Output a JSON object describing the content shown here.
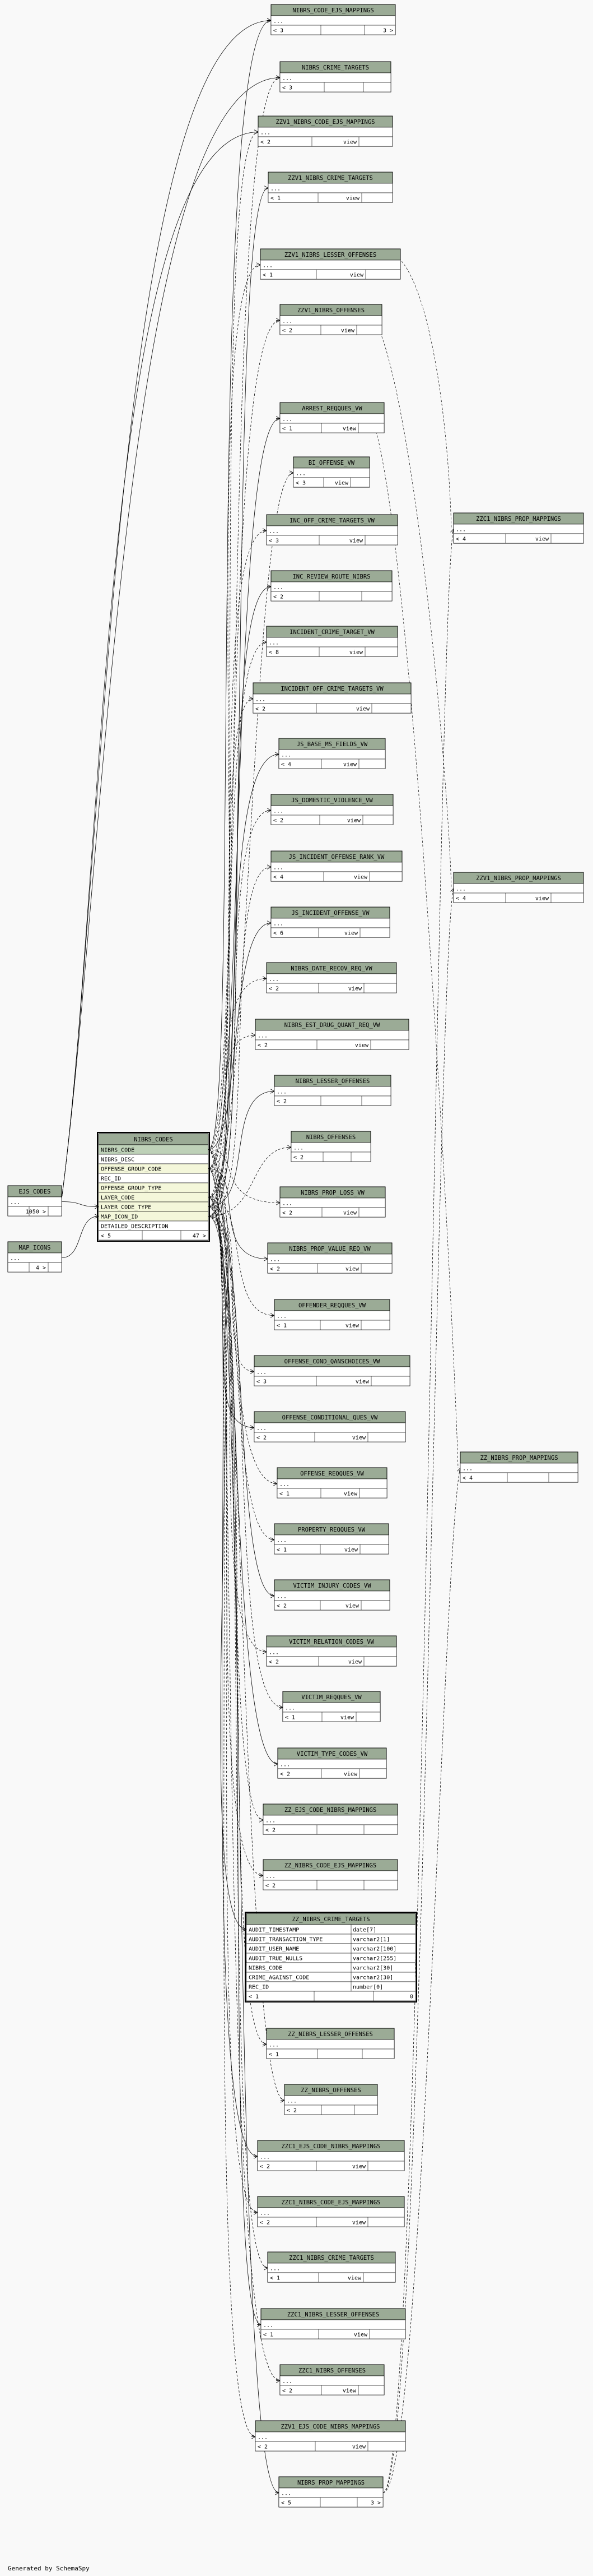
{
  "footer": "Generated by SchemaSpy",
  "colors": {
    "header": "#9bab96",
    "key": "#bed1b8",
    "pk": "#f4f7da",
    "box": "#ffffff",
    "border": "#000000",
    "background": "#f9f9f9"
  },
  "tables": [
    {
      "name": "NIBRS_CODE_EJS_MAPPINGS",
      "cols": [
        "..."
      ],
      "counts": [
        "< 3",
        "",
        "3 >"
      ],
      "view": false
    },
    {
      "name": "NIBRS_CRIME_TARGETS",
      "cols": [
        "..."
      ],
      "counts": [
        "< 3",
        "",
        ""
      ],
      "view": false
    },
    {
      "name": "ZZV1_NIBRS_CODE_EJS_MAPPINGS",
      "cols": [
        "..."
      ],
      "counts": [
        "< 2",
        "view",
        ""
      ],
      "view": true
    },
    {
      "name": "ZZV1_NIBRS_CRIME_TARGETS",
      "cols": [
        "..."
      ],
      "counts": [
        "< 1",
        "view",
        ""
      ],
      "view": true
    },
    {
      "name": "ZZV1_NIBRS_LESSER_OFFENSES",
      "cols": [
        "..."
      ],
      "counts": [
        "< 1",
        "view",
        ""
      ],
      "view": true
    },
    {
      "name": "ZZV1_NIBRS_OFFENSES",
      "cols": [
        "..."
      ],
      "counts": [
        "< 2",
        "view",
        ""
      ],
      "view": true
    },
    {
      "name": "ARREST_REQQUES_VW",
      "cols": [
        "..."
      ],
      "counts": [
        "< 1",
        "view",
        ""
      ],
      "view": true
    },
    {
      "name": "BI_OFFENSE_VW",
      "cols": [
        "..."
      ],
      "counts": [
        "< 3",
        "view",
        ""
      ],
      "view": true
    },
    {
      "name": "INC_OFF_CRIME_TARGETS_VW",
      "cols": [
        "..."
      ],
      "counts": [
        "< 3",
        "view",
        ""
      ],
      "view": true
    },
    {
      "name": "INC_REVIEW_ROUTE_NIBRS",
      "cols": [
        "..."
      ],
      "counts": [
        "< 2",
        "",
        ""
      ],
      "view": false
    },
    {
      "name": "INCIDENT_CRIME_TARGET_VW",
      "cols": [
        "..."
      ],
      "counts": [
        "< 8",
        "view",
        ""
      ],
      "view": true
    },
    {
      "name": "INCIDENT_OFF_CRIME_TARGETS_VW",
      "cols": [
        "..."
      ],
      "counts": [
        "< 2",
        "view",
        ""
      ],
      "view": true
    },
    {
      "name": "JS_BASE_MS_FIELDS_VW",
      "cols": [
        "..."
      ],
      "counts": [
        "< 4",
        "view",
        ""
      ],
      "view": true
    },
    {
      "name": "JS_DOMESTIC_VIOLENCE_VW",
      "cols": [
        "..."
      ],
      "counts": [
        "< 2",
        "view",
        ""
      ],
      "view": true
    },
    {
      "name": "JS_INCIDENT_OFFENSE_RANK_VW",
      "cols": [
        "..."
      ],
      "counts": [
        "< 4",
        "view",
        ""
      ],
      "view": true
    },
    {
      "name": "JS_INCIDENT_OFFENSE_VW",
      "cols": [
        "..."
      ],
      "counts": [
        "< 6",
        "view",
        ""
      ],
      "view": true
    },
    {
      "name": "NIBRS_DATE_RECOV_REQ_VW",
      "cols": [
        "..."
      ],
      "counts": [
        "< 2",
        "view",
        ""
      ],
      "view": true
    },
    {
      "name": "NIBRS_EST_DRUG_QUANT_REQ_VW",
      "cols": [
        "..."
      ],
      "counts": [
        "< 2",
        "view",
        ""
      ],
      "view": true
    },
    {
      "name": "NIBRS_LESSER_OFFENSES",
      "cols": [
        "..."
      ],
      "counts": [
        "< 2",
        "",
        ""
      ],
      "view": false
    },
    {
      "name": "NIBRS_OFFENSES",
      "cols": [
        "..."
      ],
      "counts": [
        "< 2",
        "",
        ""
      ],
      "view": false
    },
    {
      "name": "NIBRS_PROP_LOSS_VW",
      "cols": [
        "..."
      ],
      "counts": [
        "< 2",
        "view",
        ""
      ],
      "view": true
    },
    {
      "name": "NIBRS_PROP_VALUE_REQ_VW",
      "cols": [
        "..."
      ],
      "counts": [
        "< 2",
        "view",
        ""
      ],
      "view": true
    },
    {
      "name": "OFFENDER_REQQUES_VW",
      "cols": [
        "..."
      ],
      "counts": [
        "< 1",
        "view",
        ""
      ],
      "view": true
    },
    {
      "name": "OFFENSE_COND_QANSCHOICES_VW",
      "cols": [
        "..."
      ],
      "counts": [
        "< 3",
        "view",
        ""
      ],
      "view": true
    },
    {
      "name": "OFFENSE_CONDITIONAL_QUES_VW",
      "cols": [
        "..."
      ],
      "counts": [
        "< 2",
        "view",
        ""
      ],
      "view": true
    },
    {
      "name": "OFFENSE_REQQUES_VW",
      "cols": [
        "..."
      ],
      "counts": [
        "< 1",
        "view",
        ""
      ],
      "view": true
    },
    {
      "name": "PROPERTY_REQQUES_VW",
      "cols": [
        "..."
      ],
      "counts": [
        "< 1",
        "view",
        ""
      ],
      "view": true
    },
    {
      "name": "VICTIM_INJURY_CODES_VW",
      "cols": [
        "..."
      ],
      "counts": [
        "< 2",
        "view",
        ""
      ],
      "view": true
    },
    {
      "name": "VICTIM_RELATION_CODES_VW",
      "cols": [
        "..."
      ],
      "counts": [
        "< 2",
        "view",
        ""
      ],
      "view": true
    },
    {
      "name": "VICTIM_REQQUES_VW",
      "cols": [
        "..."
      ],
      "counts": [
        "< 1",
        "view",
        ""
      ],
      "view": true
    },
    {
      "name": "VICTIM_TYPE_CODES_VW",
      "cols": [
        "..."
      ],
      "counts": [
        "< 2",
        "view",
        ""
      ],
      "view": true
    },
    {
      "name": "ZZ_EJS_CODE_NIBRS_MAPPINGS",
      "cols": [
        "..."
      ],
      "counts": [
        "< 2",
        "",
        ""
      ],
      "view": false
    },
    {
      "name": "ZZ_NIBRS_CODE_EJS_MAPPINGS",
      "cols": [
        "..."
      ],
      "counts": [
        "< 2",
        "",
        ""
      ],
      "view": false
    },
    {
      "name": "ZZ_NIBRS_CRIME_TARGETS",
      "cols": [
        "AUDIT_TIMESTAMP",
        "AUDIT_TRANSACTION_TYPE",
        "AUDIT_USER_NAME",
        "AUDIT_TRUE_NULLS",
        "NIBRS_CODE",
        "CRIME_AGAINST_CODE",
        "REC_ID"
      ],
      "types": [
        "date[7]",
        "varchar2[1]",
        "varchar2[100]",
        "varchar2[255]",
        "varchar2[30]",
        "varchar2[30]",
        "number[0]"
      ],
      "counts": [
        "< 1",
        "",
        "0"
      ],
      "view": false,
      "detailed": true
    },
    {
      "name": "ZZ_NIBRS_LESSER_OFFENSES",
      "cols": [
        "..."
      ],
      "counts": [
        "< 1",
        "",
        ""
      ],
      "view": false
    },
    {
      "name": "ZZ_NIBRS_OFFENSES",
      "cols": [
        "..."
      ],
      "counts": [
        "< 2",
        "",
        ""
      ],
      "view": false
    },
    {
      "name": "ZZC1_EJS_CODE_NIBRS_MAPPINGS",
      "cols": [
        "..."
      ],
      "counts": [
        "< 2",
        "view",
        ""
      ],
      "view": true
    },
    {
      "name": "ZZC1_NIBRS_CODE_EJS_MAPPINGS",
      "cols": [
        "..."
      ],
      "counts": [
        "< 2",
        "view",
        ""
      ],
      "view": true
    },
    {
      "name": "ZZC1_NIBRS_CRIME_TARGETS",
      "cols": [
        "..."
      ],
      "counts": [
        "< 1",
        "view",
        ""
      ],
      "view": true
    },
    {
      "name": "ZZC1_NIBRS_LESSER_OFFENSES",
      "cols": [
        "..."
      ],
      "counts": [
        "< 1",
        "view",
        ""
      ],
      "view": true
    },
    {
      "name": "ZZC1_NIBRS_OFFENSES",
      "cols": [
        "..."
      ],
      "counts": [
        "< 2",
        "view",
        ""
      ],
      "view": true
    },
    {
      "name": "ZZV1_EJS_CODE_NIBRS_MAPPINGS",
      "cols": [
        "..."
      ],
      "counts": [
        "< 2",
        "view",
        ""
      ],
      "view": true
    },
    {
      "name": "NIBRS_PROP_MAPPINGS",
      "cols": [
        "..."
      ],
      "counts": [
        "< 5",
        "",
        "3 >"
      ],
      "view": false
    },
    {
      "name": "NIBRS_CODES",
      "cols": [
        "NIBRS_CODE",
        "NIBRS_DESC",
        "OFFENSE_GROUP_CODE",
        "REC_ID",
        "OFFENSE_GROUP_TYPE",
        "LAYER_CODE",
        "LAYER_CODE_TYPE",
        "MAP_ICON_ID",
        "DETAILED_DESCRIPTION"
      ],
      "counts": [
        "< 5",
        "",
        "47 >"
      ],
      "view": false,
      "detailed": true,
      "keyRows": [
        0
      ],
      "pkRows": [
        2,
        4,
        5,
        6,
        7
      ]
    },
    {
      "name": "EJS_CODES",
      "cols": [
        "..."
      ],
      "counts": [
        "",
        "1050 >",
        ""
      ],
      "view": false
    },
    {
      "name": "MAP_ICONS",
      "cols": [
        "..."
      ],
      "counts": [
        "",
        "4 >",
        ""
      ],
      "view": false
    },
    {
      "name": "ZZC1_NIBRS_PROP_MAPPINGS",
      "cols": [
        "..."
      ],
      "counts": [
        "< 4",
        "view",
        ""
      ],
      "view": true
    },
    {
      "name": "ZZV1_NIBRS_PROP_MAPPINGS",
      "cols": [
        "..."
      ],
      "counts": [
        "< 4",
        "view",
        ""
      ],
      "view": true
    },
    {
      "name": "ZZ_NIBRS_PROP_MAPPINGS",
      "cols": [
        "..."
      ],
      "counts": [
        "< 4",
        "",
        ""
      ],
      "view": false
    }
  ]
}
